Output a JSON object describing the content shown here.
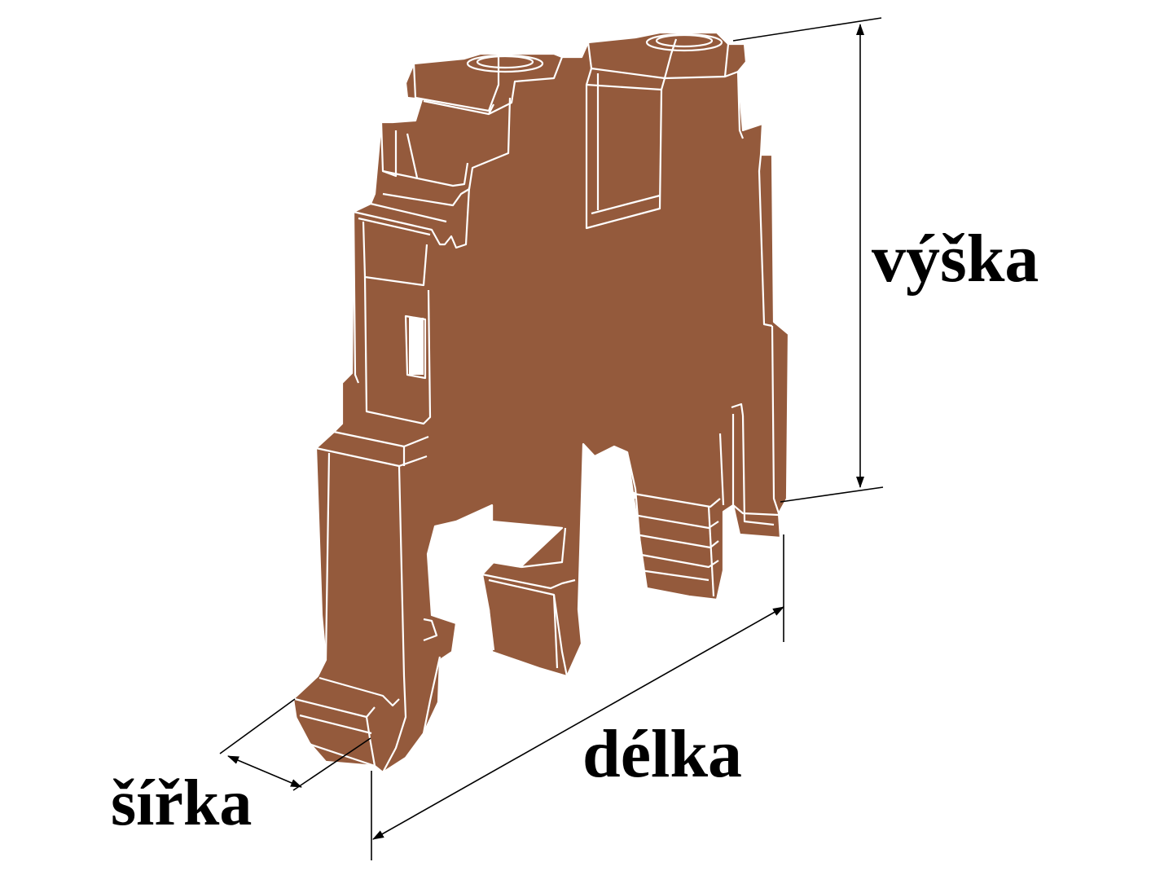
{
  "labels": {
    "height": "výška",
    "length": "délka",
    "width": "šířka"
  },
  "colors": {
    "body": "#945a3c",
    "outline": "#ffffff",
    "edge": "#6e4128",
    "dimension_line": "#000000",
    "text": "#000000"
  }
}
